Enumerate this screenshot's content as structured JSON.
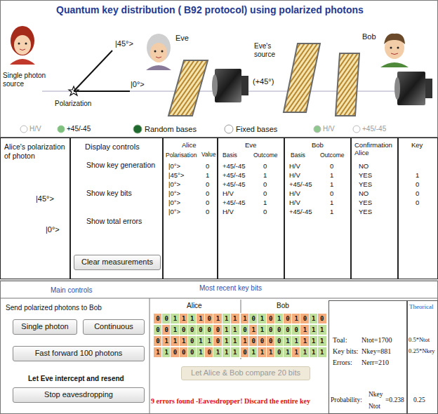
{
  "diagram": {
    "title": "Quantum key distribution ( B92 protocol) using polarized photons",
    "nodes": [
      {
        "text": [
          "Alice's polarization of photon",
          "|45°>",
          "|0°>"
        ]
      },
      {
        "text": [
          "Display controls",
          "Show key generation",
          "Show key bits",
          "Show total errors"
        ]
      },
      {
        "text": [
          "Clear measurements"
        ],
        "in": 1
      },
      {
        "text": [
          "Alice",
          "Polarisation",
          "Value",
          "|0°>",
          "0",
          "|45°>",
          "1",
          "|0°>",
          "0",
          "|0°>",
          "0",
          "|0°>",
          "0",
          "|0°>",
          "0"
        ]
      },
      {
        "text": [
          "Eve",
          "Basis",
          "Outcome",
          "+45/-45",
          "0",
          "+45/-45",
          "1",
          "+45/-45",
          "0",
          "H/V",
          "0",
          "+45/-45",
          "1",
          "H/V",
          "0"
        ]
      },
      {
        "text": [
          "Bob",
          "Basis",
          "Outcome",
          "H/V",
          "0",
          "H/V",
          "1",
          "+45/-45",
          "1",
          "H/V",
          "0",
          "H/V",
          "1",
          "+45/-45",
          "1"
        ]
      },
      {
        "text": [
          "Confirmation Alice",
          "NO",
          "YES",
          "YES",
          "NO",
          "YES",
          "YES"
        ]
      },
      {
        "text": [
          "Key",
          "1",
          "0",
          "0",
          "0"
        ]
      },
      {
        "text": [
          "Single photon"
        ]
      },
      {
        "text": [
          "Continuous"
        ]
      },
      {
        "text": [
          "Fast forward 100 photons"
        ]
      },
      {
        "text": [
          "Stop eavesdropping"
        ]
      },
      {
        "text": [
          "Let Alice & Bob compare 20 bits"
        ]
      },
      {
        "text": [
          "Toal:",
          "Ntot=1700",
          "Key bits:",
          "Nkey=881",
          "Errors:",
          "Nerr=210",
          "Probability:",
          "Nkey",
          "Ntot",
          "=0.238"
        ]
      },
      {
        "text": [
          "Theorical",
          "0.5*Ntot",
          "0.25*Nkey",
          "0.25"
        ]
      },
      {
        "text": [
          "0"
        ]
      },
      {
        "text": [
          "0"
        ]
      },
      {
        "text": [
          "1"
        ]
      },
      {
        "text": [
          "1"
        ]
      },
      {
        "text": [
          "1"
        ]
      },
      {
        "text": [
          "1"
        ]
      },
      {
        "text": [
          "0"
        ]
      },
      {
        "text": [
          "1"
        ]
      },
      {
        "text": [
          "1"
        ]
      },
      {
        "text": [
          "1"
        ]
      },
      {
        "text": [
          "1"
        ]
      },
      {
        "text": [
          "0"
        ]
      },
      {
        "text": [
          "1"
        ]
      },
      {
        "text": [
          "0"
        ]
      },
      {
        "text": [
          "1"
        ]
      },
      {
        "text": [
          "0"
        ]
      },
      {
        "text": [
          "1"
        ]
      },
      {
        "text": [
          "0"
        ]
      },
      {
        "text": [
          "1"
        ]
      },
      {
        "text": [
          "0"
        ]
      },
      {
        "text": [
          "0"
        ]
      },
      {
        "text": [
          "0"
        ]
      },
      {
        "text": [
          "1"
        ]
      },
      {
        "text": [
          "0"
        ]
      },
      {
        "text": [
          "0"
        ]
      },
      {
        "text": [
          "0"
        ]
      },
      {
        "text": [
          "0"
        ]
      },
      {
        "text": [
          "0"
        ]
      },
      {
        "text": [
          "1"
        ]
      },
      {
        "text": [
          "1"
        ]
      },
      {
        "text": [
          "0"
        ]
      },
      {
        "text": [
          "1"
        ]
      },
      {
        "text": [
          "1"
        ]
      },
      {
        "text": [
          "0"
        ]
      },
      {
        "text": [
          "0"
        ]
      },
      {
        "text": [
          "0"
        ]
      },
      {
        "text": [
          "0"
        ]
      },
      {
        "text": [
          "1"
        ]
      },
      {
        "text": [
          "1"
        ]
      },
      {
        "text": [
          "1"
        ]
      },
      {
        "text": [
          "0"
        ]
      },
      {
        "text": [
          "1"
        ]
      },
      {
        "text": [
          "1"
        ]
      },
      {
        "text": [
          "1"
        ]
      },
      {
        "text": [
          "0"
        ]
      },
      {
        "text": [
          "1"
        ]
      },
      {
        "text": [
          "1"
        ]
      },
      {
        "text": [
          "0"
        ]
      },
      {
        "text": [
          "1"
        ]
      },
      {
        "text": [
          "1"
        ]
      },
      {
        "text": [
          "1"
        ]
      },
      {
        "text": [
          "0"
        ]
      },
      {
        "text": [
          "0"
        ]
      },
      {
        "text": [
          "0"
        ]
      },
      {
        "text": [
          "0"
        ]
      },
      {
        "text": [
          "1"
        ]
      },
      {
        "text": [
          "1"
        ]
      },
      {
        "text": [
          "1"
        ]
      },
      {
        "text": [
          "1"
        ]
      },
      {
        "text": [
          "1"
        ]
      },
      {
        "text": [
          "1"
        ]
      },
      {
        "text": [
          "1"
        ]
      },
      {
        "text": [
          "0"
        ]
      },
      {
        "text": [
          "0"
        ]
      },
      {
        "text": [
          "0"
        ]
      },
      {
        "text": [
          "1"
        ]
      },
      {
        "text": [
          "0"
        ]
      },
      {
        "text": [
          "1"
        ]
      },
      {
        "text": [
          "1"
        ]
      },
      {
        "text": [
          "1"
        ]
      },
      {
        "text": [
          "0"
        ]
      },
      {
        "text": [
          "1"
        ]
      },
      {
        "text": [
          "1"
        ]
      },
      {
        "text": [
          "1"
        ]
      },
      {
        "text": [
          "0"
        ]
      },
      {
        "text": [
          "1"
        ]
      },
      {
        "text": [
          "1"
        ]
      },
      {
        "text": [
          "1"
        ]
      },
      {
        "text": [
          "1"
        ]
      },
      {
        "text": [
          "1"
        ]
      }
    ],
    "labels": [
      "Single photon source",
      "Polarization",
      "|45°>",
      "|0°>",
      "Eve",
      "Eve's source",
      "(+45°)",
      "Bob",
      "H/V",
      "+45/-45",
      "Random bases",
      "Fixed bases",
      "H/V",
      "+45/-45",
      "Main controls",
      "Most recent key bits",
      "Send polarized photons to Bob",
      "Let Eve intercept and resend",
      "Alice",
      "Bob",
      "9 errors found -Eavesdropper! Discard the entire key"
    ]
  }
}
